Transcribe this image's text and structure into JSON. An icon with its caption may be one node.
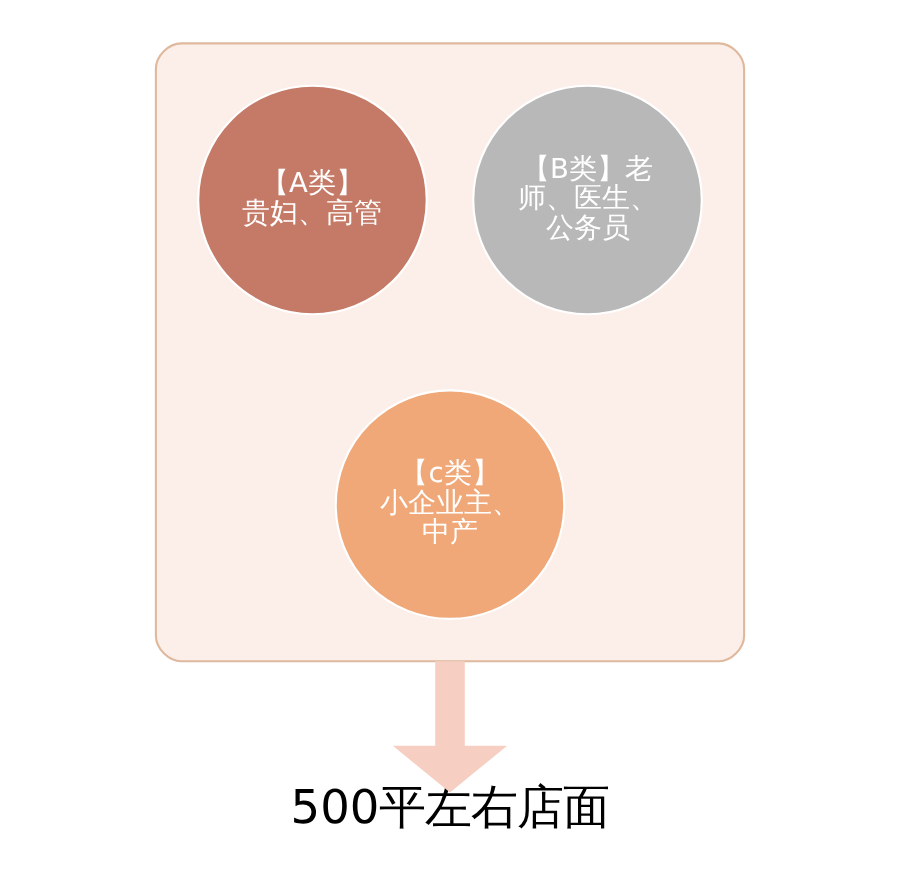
{
  "diagram": {
    "nodes": [
      {
        "text": [],
        "shape": "funnel"
      },
      {
        "text": [
          "【A类】",
          "贵妇、高管"
        ],
        "in": 0
      },
      {
        "text": [
          "【B类】老师、医生、公务员"
        ],
        "in": 0
      },
      {
        "text": [
          "【c类】",
          "小企业主、中产"
        ],
        "in": 0
      },
      {
        "text": [
          "500平左右店面"
        ]
      }
    ],
    "edges": [
      {
        "from": 0,
        "to": 4,
        "arrow": "to",
        "color": "#f6cfc2"
      }
    ]
  }
}
